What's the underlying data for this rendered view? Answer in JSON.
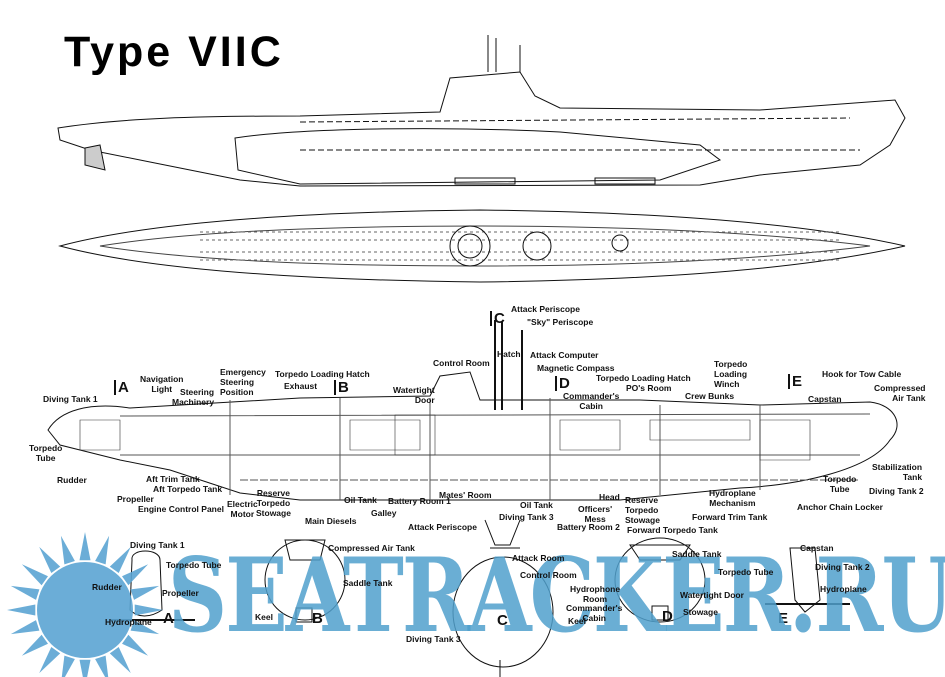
{
  "title": "Type VIIC",
  "watermark": "SEATRACKER.RU",
  "colors": {
    "watermark": "#5ba5d3",
    "ink": "#111111"
  },
  "sections": [
    "A",
    "B",
    "C",
    "D",
    "E"
  ],
  "cutaway_labels": {
    "attack_periscope": "Attack Periscope",
    "sky_periscope": "\"Sky\" Periscope",
    "hatch": "Hatch",
    "attack_computer": "Attack Computer",
    "control_room": "Control Room",
    "magnetic_compass": "Magnetic Compass",
    "torpedo_loading_hatch_fwd": "Torpedo Loading Hatch",
    "pos_room": "PO's Room",
    "commanders_cabin": "Commander's\nCabin",
    "torpedo_loading_winch": "Torpedo\nLoading\nWinch",
    "hook_for_tow_cable": "Hook for Tow Cable",
    "compressed_air_tank": "Compressed\nAir Tank",
    "capstan": "Capstan",
    "crew_bunks": "Crew Bunks",
    "navigation_light": "Navigation\nLight",
    "emergency_steering": "Emergency\nSteering\nPosition",
    "torpedo_loading_hatch_aft": "Torpedo Loading Hatch",
    "exhaust": "Exhaust",
    "steering_machinery": "Steering\nMachinery",
    "diving_tank_1": "Diving Tank 1",
    "watertight_door": "Watertight\nDoor",
    "torpedo_tube_aft": "Torpedo\nTube",
    "rudder": "Rudder",
    "aft_trim_tank": "Aft Trim Tank",
    "aft_torpedo_tank": "Aft Torpedo Tank",
    "propeller": "Propeller",
    "engine_control_panel": "Engine Control Panel",
    "electric_motor": "Electric\nMotor",
    "reserve_torpedo_stowage_aft": "Reserve\nTorpedo\nStowage",
    "main_diesels": "Main Diesels",
    "oil_tank_aft": "Oil Tank",
    "galley": "Galley",
    "battery_room_1": "Battery Room 1",
    "mates_room": "Mates' Room",
    "attack_periscope_2": "Attack Periscope",
    "oil_tank_fwd": "Oil Tank",
    "diving_tank_3": "Diving Tank 3",
    "battery_room_2": "Battery Room 2",
    "officers_mess": "Officers'\nMess",
    "head": "Head",
    "reserve_torpedo_stowage_fwd": "Reserve\nTorpedo\nStowage",
    "forward_torpedo_tank": "Forward Torpedo Tank",
    "hydroplane_mechanism": "Hydroplane\nMechanism",
    "forward_trim_tank": "Forward Trim Tank",
    "anchor_chain_locker": "Anchor Chain Locker",
    "torpedo_tube_fwd": "Torpedo\nTube",
    "diving_tank_2": "Diving Tank 2",
    "stabilization_tank": "Stabilization\nTank"
  },
  "section_labels": {
    "a_diving_tank_1": "Diving Tank 1",
    "a_torpedo_tube": "Torpedo Tube",
    "a_rudder": "Rudder",
    "a_propeller": "Propeller",
    "a_hydroplane": "Hydroplane",
    "b_compressed_air_tank": "Compressed Air Tank",
    "b_saddle_tank": "Saddle Tank",
    "b_keel": "Keel",
    "c_attack_room": "Attack Room",
    "c_control_room": "Control Room",
    "c_diving_tank_3": "Diving Tank 3",
    "d_saddle_tank": "Saddle Tank",
    "d_hydrophone_room": "Hydrophone\nRoom",
    "d_commanders_cabin": "Commander's\nCabin",
    "d_watertight_door": "Watertight Door",
    "d_stowage": "Stowage",
    "d_keel": "Keel",
    "e_capstan": "Capstan",
    "e_diving_tank_2": "Diving Tank 2",
    "e_torpedo_tube": "Torpedo Tube",
    "e_hydroplane": "Hydroplane"
  }
}
